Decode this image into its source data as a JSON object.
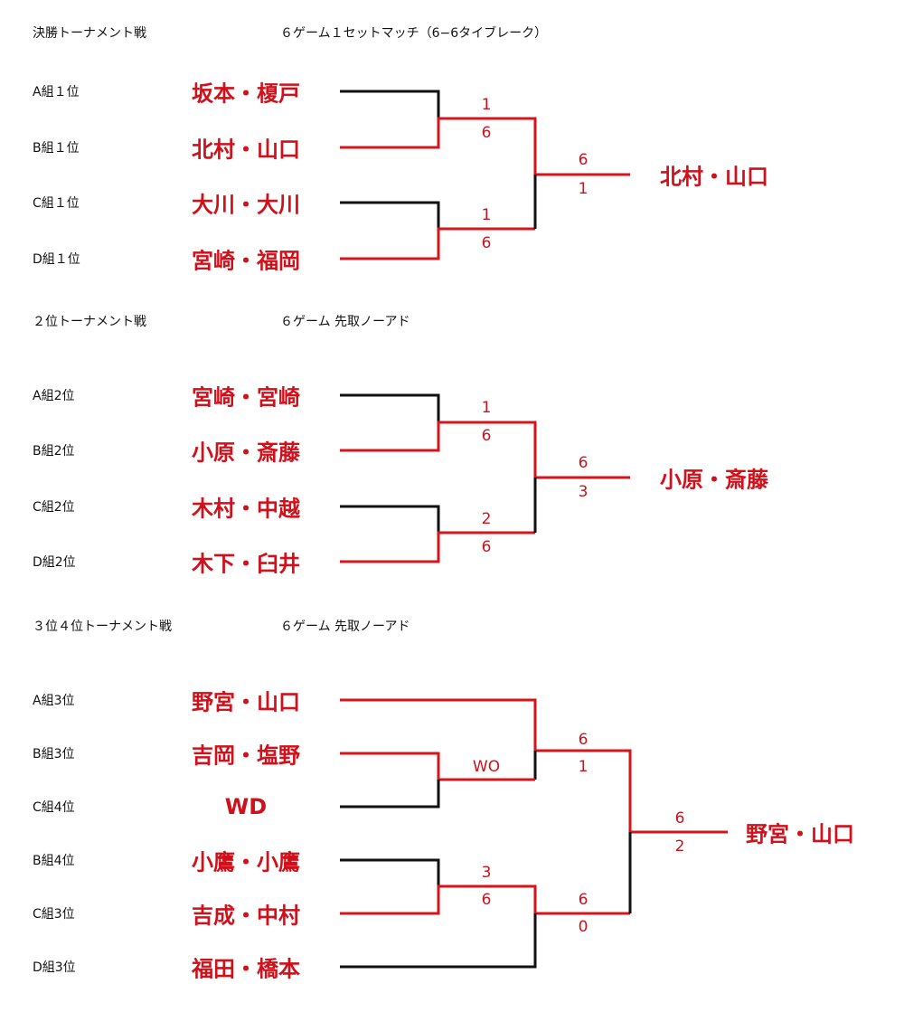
{
  "sections": [
    {
      "title": "決勝トーナメント戦",
      "format": "６ゲーム１セットマッチ（6−6タイブレーク）",
      "entries": [
        {
          "seed": "A組１位",
          "team": "坂本・榎戸"
        },
        {
          "seed": "B組１位",
          "team": "北村・山口"
        },
        {
          "seed": "C組１位",
          "team": "大川・大川"
        },
        {
          "seed": "D組１位",
          "team": "宮崎・福岡"
        }
      ],
      "scores": [
        [
          "1",
          "6"
        ],
        [
          "1",
          "6"
        ],
        [
          "6",
          "1"
        ]
      ],
      "winner": "北村・山口"
    },
    {
      "title": "２位トーナメント戦",
      "format": "６ゲーム 先取ノーアド",
      "entries": [
        {
          "seed": "A組2位",
          "team": "宮崎・宮崎"
        },
        {
          "seed": "B組2位",
          "team": "小原・斎藤"
        },
        {
          "seed": "C組2位",
          "team": "木村・中越"
        },
        {
          "seed": "D組2位",
          "team": "木下・臼井"
        }
      ],
      "scores": [
        [
          "1",
          "6"
        ],
        [
          "2",
          "6"
        ],
        [
          "6",
          "3"
        ]
      ],
      "winner": "小原・斎藤"
    },
    {
      "title": "３位４位トーナメント戦",
      "format": "６ゲーム 先取ノーアド",
      "entries": [
        {
          "seed": "A組3位",
          "team": "野宮・山口"
        },
        {
          "seed": "B組3位",
          "team": "吉岡・塩野"
        },
        {
          "seed": "C組4位",
          "team": "WD"
        },
        {
          "seed": "B組4位",
          "team": "小鷹・小鷹"
        },
        {
          "seed": "C組3位",
          "team": "吉成・中村"
        },
        {
          "seed": "D組3位",
          "team": "福田・橋本"
        }
      ],
      "scores": [
        [
          "WO"
        ],
        [
          "6",
          "1"
        ],
        [
          "3",
          "6"
        ],
        [
          "6",
          "0"
        ],
        [
          "6",
          "2"
        ]
      ],
      "winner": "野宮・山口"
    }
  ],
  "colors": {
    "win_line": "#d7141a",
    "lose_line": "#111111",
    "text_red": "#d0101a"
  }
}
